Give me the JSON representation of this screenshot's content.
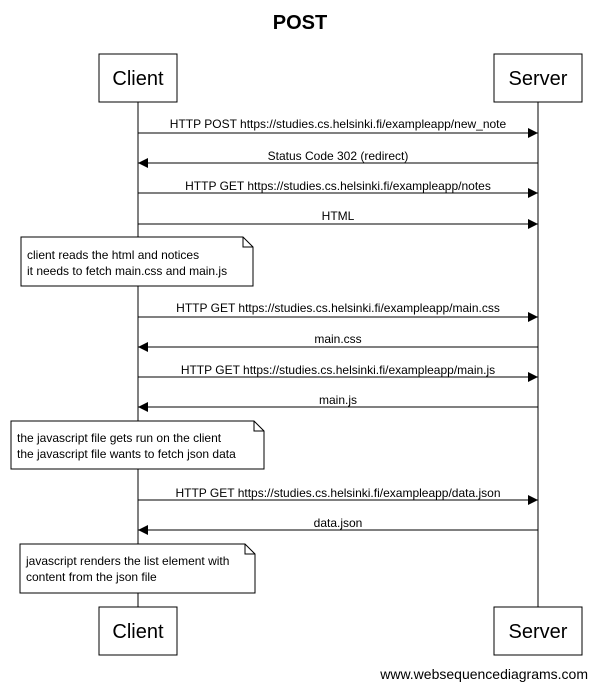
{
  "title": "POST",
  "actors": {
    "client": "Client",
    "server": "Server"
  },
  "messages": [
    {
      "label": "HTTP POST https://studies.cs.helsinki.fi/exampleapp/new_note",
      "direction": "to-server"
    },
    {
      "label": "Status Code 302 (redirect)",
      "direction": "to-client"
    },
    {
      "label": "HTTP GET https://studies.cs.helsinki.fi/exampleapp/notes",
      "direction": "to-server"
    },
    {
      "label": "HTML",
      "direction": "to-server"
    },
    {
      "label": "HTTP GET https://studies.cs.helsinki.fi/exampleapp/main.css",
      "direction": "to-server"
    },
    {
      "label": "main.css",
      "direction": "to-client"
    },
    {
      "label": "HTTP GET https://studies.cs.helsinki.fi/exampleapp/main.js",
      "direction": "to-server"
    },
    {
      "label": "main.js",
      "direction": "to-client"
    },
    {
      "label": "HTTP GET https://studies.cs.helsinki.fi/exampleapp/data.json",
      "direction": "to-server"
    },
    {
      "label": "data.json",
      "direction": "to-client"
    }
  ],
  "notes": [
    {
      "lines": [
        "client reads the html and notices",
        "it needs to fetch main.css and main.js"
      ]
    },
    {
      "lines": [
        "the javascript file gets run on the client",
        "the javascript file wants to fetch json data"
      ]
    },
    {
      "lines": [
        "javascript renders the list element with",
        "content from the json file"
      ]
    }
  ],
  "footer": "www.websequencediagrams.com"
}
